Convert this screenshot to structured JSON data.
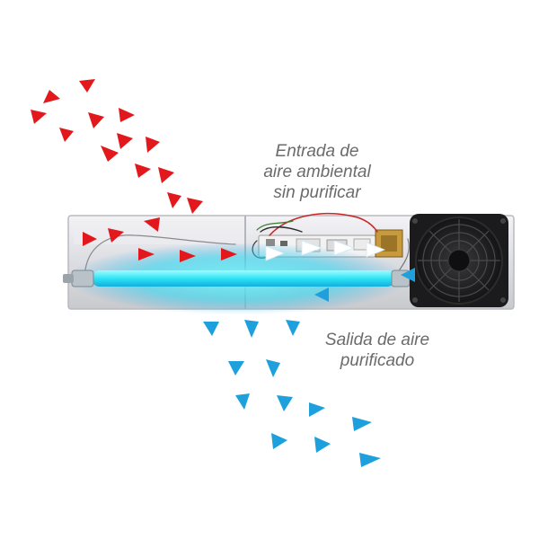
{
  "labels": {
    "intake": [
      "Entrada de",
      "aire ambiental",
      "sin purificar"
    ],
    "output": [
      "Salida de aire",
      "purificado"
    ]
  },
  "colors": {
    "unpurified_arrow": "#e3181d",
    "purified_arrow": "#1ea0dc",
    "uv_glow": "#3ff2f8",
    "panel": "#e6e6ea",
    "fan": "#1e1e20"
  },
  "icons": [
    "fan-icon",
    "uv-lamp-icon",
    "circuit-board-icon",
    "arrow-icon"
  ]
}
